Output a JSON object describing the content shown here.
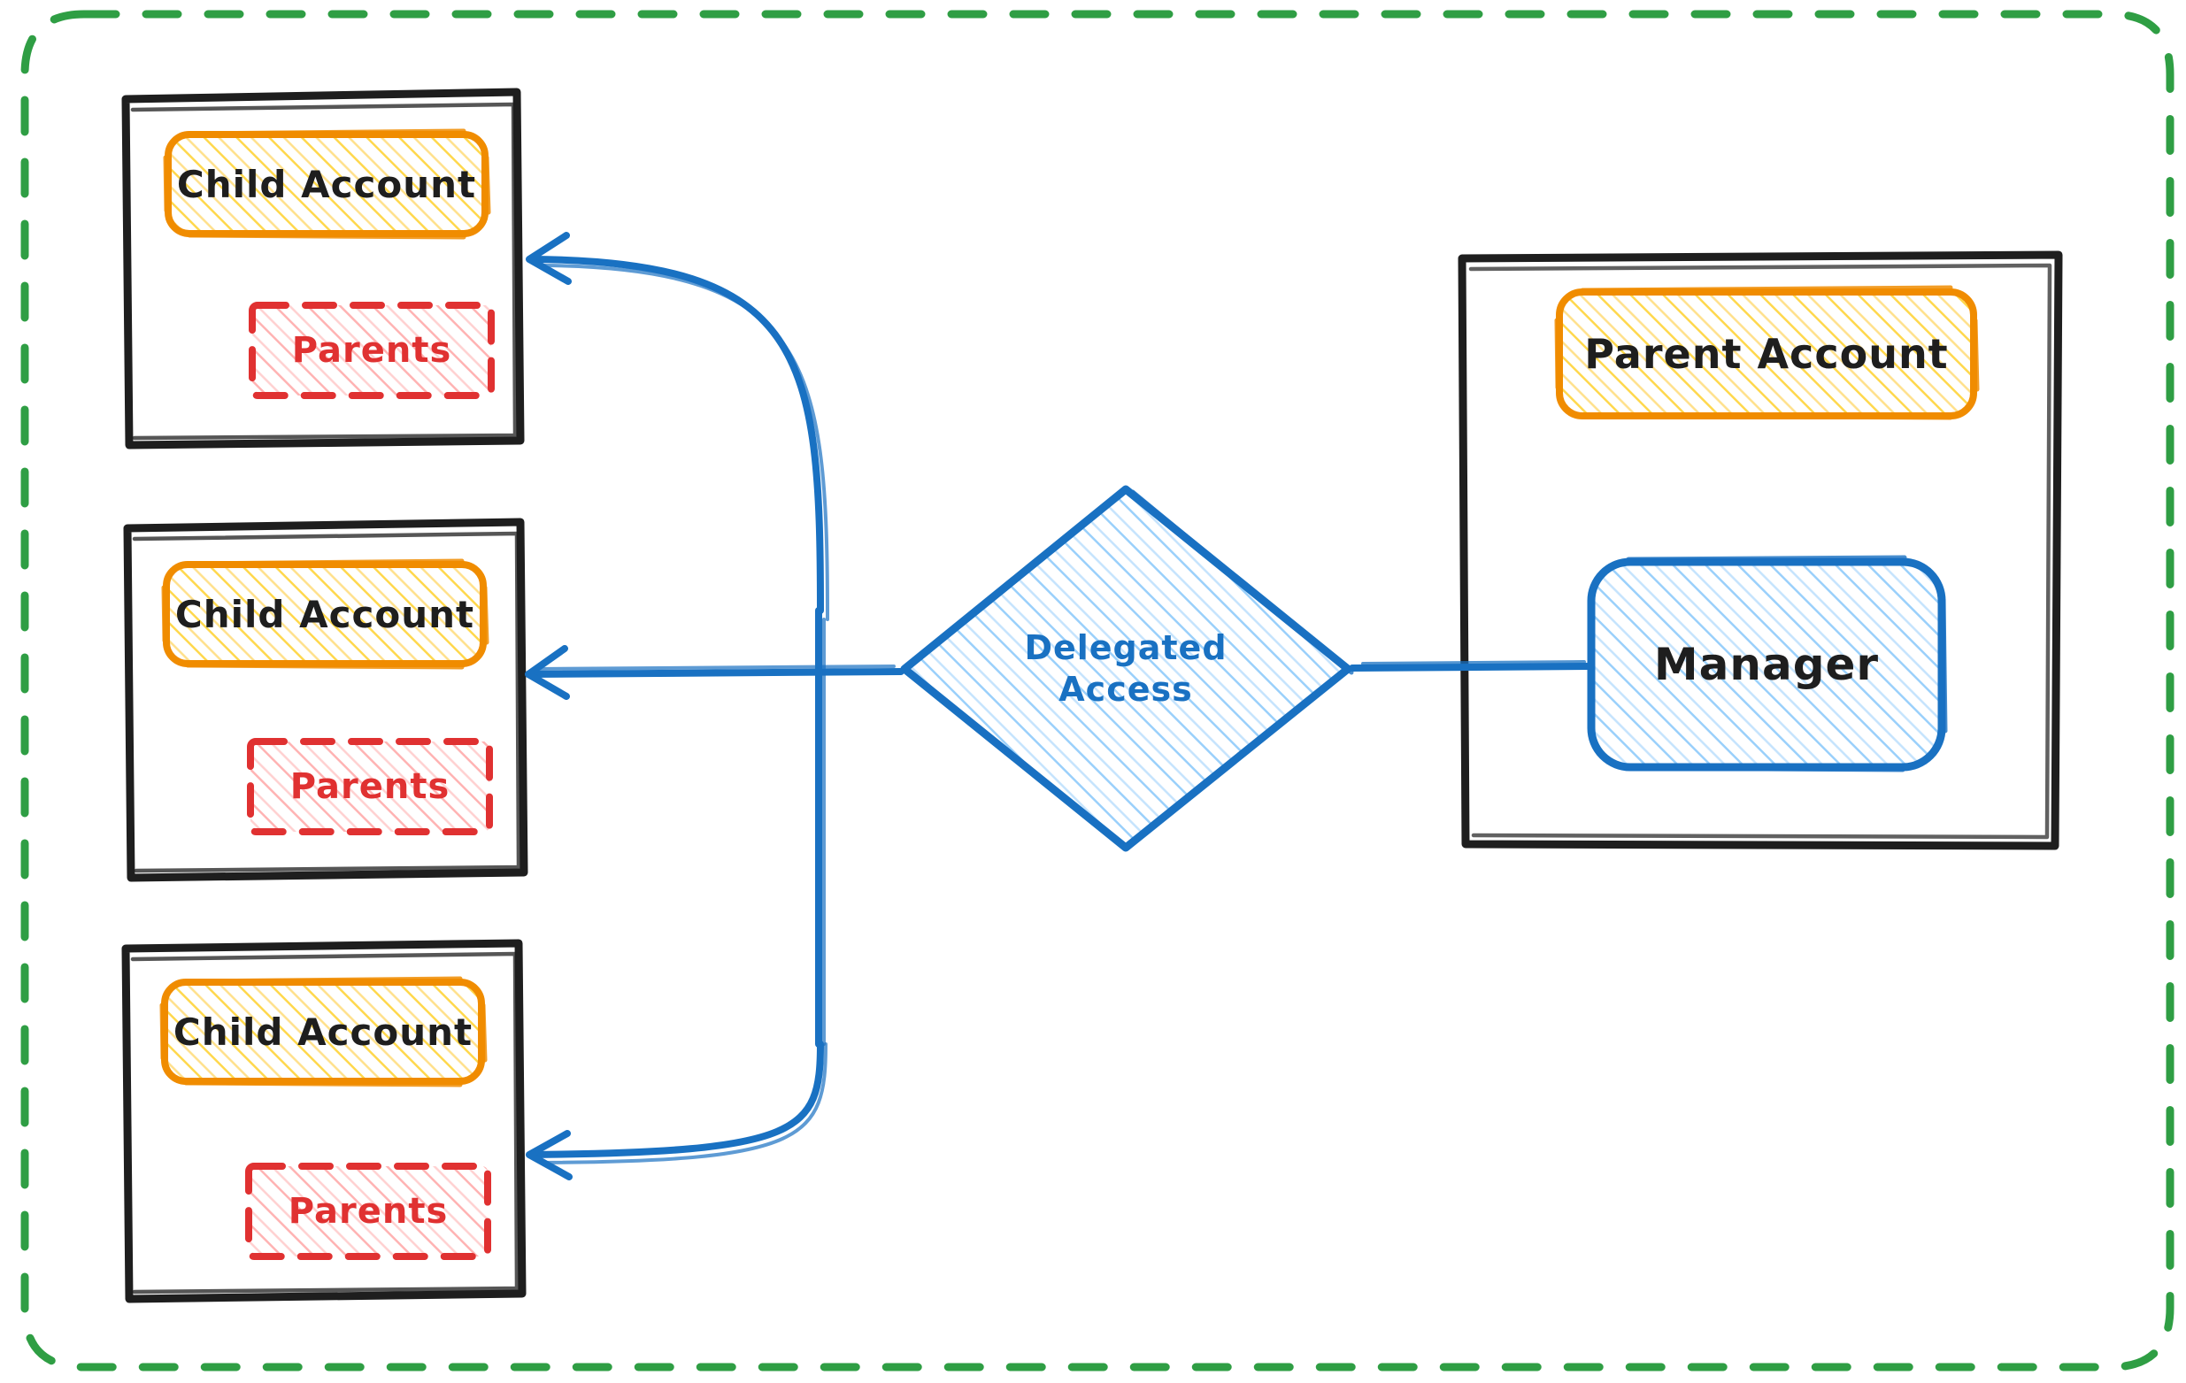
{
  "diagram": {
    "title": "Delegated Access between Parent Account and Child Accounts",
    "style": "hand-drawn sketch (excalidraw)",
    "background": "#ffffff",
    "colors": {
      "boundary_green": "#2f9e44",
      "container_black": "#1e1e1e",
      "account_orange": "#f08c00",
      "account_fill_yellow": "#ffd43b",
      "parents_red": "#e03131",
      "parents_fill_red": "#ffc9c9",
      "blue_stroke": "#1971c2",
      "blue_fill": "#a5d8ff",
      "text_dark": "#1e1e1e"
    }
  },
  "boundary": {
    "name": "organization-boundary",
    "stroke_style": "dashed",
    "color": "#2f9e44"
  },
  "children": [
    {
      "container_label": "child-account-container-1",
      "account": {
        "label": "Child Account"
      },
      "parents": {
        "label": "Parents"
      }
    },
    {
      "container_label": "child-account-container-2",
      "account": {
        "label": "Child Account"
      },
      "parents": {
        "label": "Parents"
      }
    },
    {
      "container_label": "child-account-container-3",
      "account": {
        "label": "Child Account"
      },
      "parents": {
        "label": "Parents"
      }
    }
  ],
  "decision": {
    "label_line1": "Delegated",
    "label_line2": "Access",
    "shape": "diamond"
  },
  "parent_panel": {
    "container_label": "parent-account-container",
    "account": {
      "label": "Parent Account"
    },
    "manager": {
      "label": "Manager"
    }
  },
  "connectors": [
    {
      "name": "manager-to-delegated-access",
      "from": "Manager",
      "to": "Delegated Access",
      "arrow": "none"
    },
    {
      "name": "delegated-access-to-child-1",
      "from": "Delegated Access",
      "to": "Child Account 1",
      "arrow": "end"
    },
    {
      "name": "delegated-access-to-child-2",
      "from": "Delegated Access",
      "to": "Child Account 2",
      "arrow": "end"
    },
    {
      "name": "delegated-access-to-child-3",
      "from": "Delegated Access",
      "to": "Child Account 3",
      "arrow": "end"
    }
  ]
}
